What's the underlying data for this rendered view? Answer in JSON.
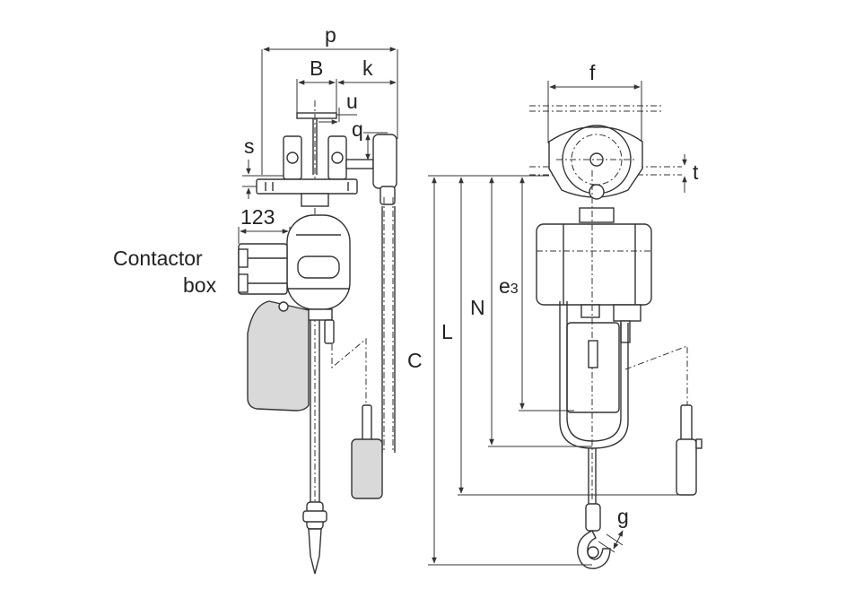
{
  "labels": {
    "p": "p",
    "B": "B",
    "k": "k",
    "u": "u",
    "q": "q",
    "s": "s",
    "dim123": "123",
    "contactor": "Contactor",
    "box": "box",
    "f": "f",
    "t": "t",
    "C": "C",
    "L": "L",
    "N": "N",
    "e3_main": "e",
    "e3_sub": "3",
    "g": "g"
  }
}
